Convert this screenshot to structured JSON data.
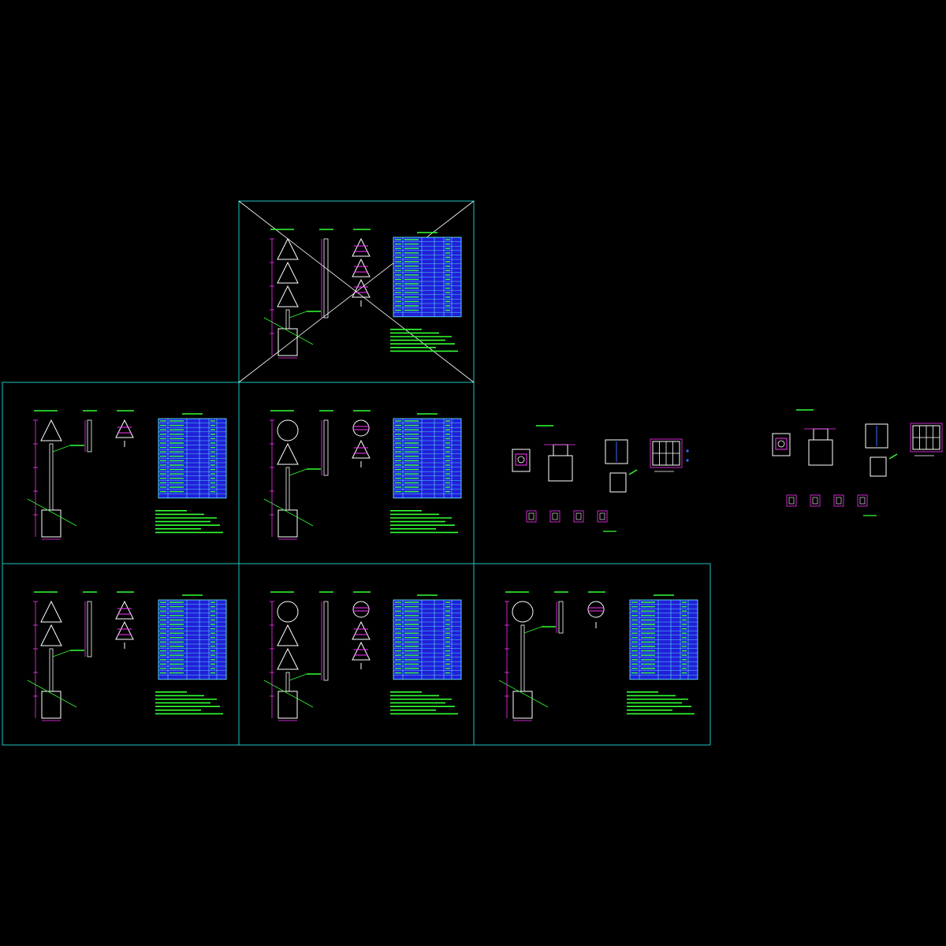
{
  "drawing": {
    "background": "#000000",
    "colors": {
      "frame": "#21c4c4",
      "outline": "#ffffff",
      "dimension": "#ff33ff",
      "annotation": "#33ff33",
      "table_fill": "#2020d8",
      "table_line": "#66ffff",
      "cancel_cross": "#ffffff",
      "detail_blue": "#3a6bff"
    }
  },
  "sheets": [
    {
      "id": "sheet-top",
      "sign": [
        "triangle",
        "triangle",
        "triangle"
      ],
      "struck": true
    },
    {
      "id": "sheet-mid-left",
      "sign": [
        "triangle"
      ],
      "struck": false
    },
    {
      "id": "sheet-mid-center",
      "sign": [
        "circle",
        "triangle"
      ],
      "struck": false
    },
    {
      "id": "sheet-bottom-left",
      "sign": [
        "triangle",
        "triangle"
      ],
      "struck": false
    },
    {
      "id": "sheet-bottom-center",
      "sign": [
        "circle",
        "triangle",
        "triangle"
      ],
      "struck": false
    },
    {
      "id": "sheet-bottom-right",
      "sign": [
        "circle"
      ],
      "struck": false
    }
  ],
  "details": [
    {
      "id": "detail-group-1",
      "bays": 4
    },
    {
      "id": "detail-group-2",
      "bays": 4
    }
  ]
}
